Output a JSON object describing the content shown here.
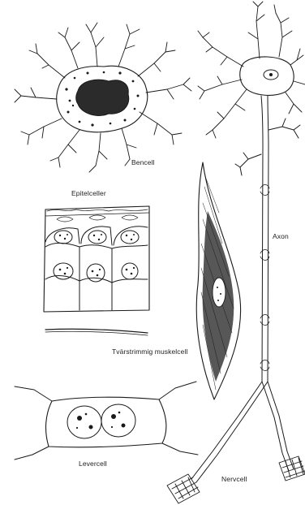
{
  "labels": {
    "bencell": "Bencell",
    "epitelceller": "Epitelceller",
    "axon": "Axon",
    "muskelcell": "Tvärstrimmig muskelcell",
    "levercell": "Levercell",
    "nervcell": "Nervcell"
  },
  "colors": {
    "ink": "#1a1a1a",
    "nucleus_dark": "#2b2b2b",
    "background": "#ffffff"
  }
}
